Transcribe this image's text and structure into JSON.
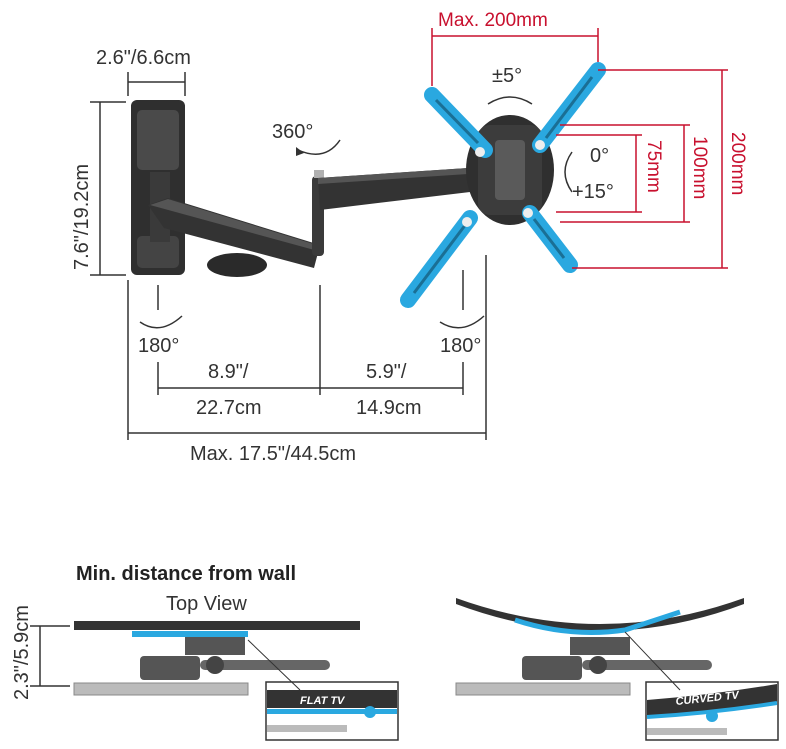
{
  "colors": {
    "accent_blue": "#2aa8e0",
    "dim_red": "#c8102e",
    "bracket": "#2f2f2f",
    "text": "#333333"
  },
  "top": {
    "wall_plate_width": "2.6\"/6.6cm",
    "wall_plate_height": "7.6\"/19.2cm",
    "arm_rotation": "360°",
    "tilt_range": "±5°",
    "max_vesa_width": "Max. 200mm",
    "tilt_top": "0°",
    "tilt_bottom": "+15°",
    "vesa_75": "75mm",
    "vesa_100": "100mm",
    "vesa_200": "200mm",
    "swivel_left": "180°",
    "swivel_right": "180°",
    "arm1_line1": "8.9\"/",
    "arm1_line2": "22.7cm",
    "arm2_line1": "5.9\"/",
    "arm2_line2": "14.9cm",
    "max_extension": "Max. 17.5\"/44.5cm"
  },
  "bottom": {
    "title": "Min. distance from wall",
    "subtitle": "Top View",
    "min_distance": "2.3\"/5.9cm",
    "flat_label": "FLAT TV",
    "curved_label": "CURVED TV"
  }
}
